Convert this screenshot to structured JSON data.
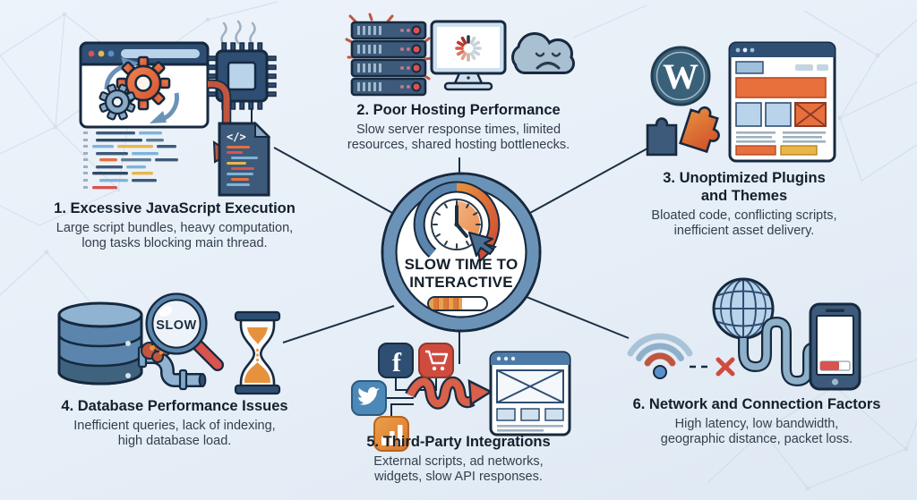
{
  "diagram": {
    "type": "hub-and-spoke infographic",
    "topic": "Causes of Slow Time to Interactive"
  },
  "center": {
    "label_line1": "SLOW TIME TO",
    "label_line2": "INTERACTIVE",
    "icon": "clock-speed-cursor-icon",
    "progress_percent": 58,
    "colors": {
      "ring": "#6b93b8",
      "outline": "#1c2f42",
      "arrow": "#cf5f35",
      "progress_fill": "#d97a3a"
    }
  },
  "items": [
    {
      "title": "1. Excessive JavaScript Execution",
      "body1": "Large script bundles, heavy computation,",
      "body2": "long tasks blocking main thread.",
      "icons": [
        "browser-gears-icon",
        "cpu-chip-icon",
        "code-file-icon",
        "code-lines-icon",
        "red-flow-arrow-icon"
      ]
    },
    {
      "title": "2. Poor Hosting Performance",
      "body1": "Slow server response times, limited",
      "body2": "resources, shared hosting bottlenecks.",
      "icons": [
        "server-rack-icon",
        "loading-monitor-icon",
        "sad-cloud-icon"
      ]
    },
    {
      "title": "3. Unoptimized Plugins",
      "title2": "and Themes",
      "body1": "Bloated code, conflicting scripts,",
      "body2": "inefficient asset delivery.",
      "icons": [
        "wordpress-icon",
        "puzzle-pieces-icon",
        "webpage-mockup-icon"
      ]
    },
    {
      "title": "4. Database Performance Issues",
      "body1": "Inefficient queries, lack of indexing,",
      "body2": "high database load.",
      "icons": [
        "database-pipe-icon",
        "magnifier-slow-icon",
        "hourglass-icon"
      ]
    },
    {
      "title": "5. Third-Party Integrations",
      "body1": "External scripts, ad networks,",
      "body2": "widgets, slow API responses.",
      "icons": [
        "facebook-icon",
        "cart-icon",
        "twitter-icon",
        "analytics-icon",
        "wavy-arrow-icon",
        "webpage-wireframe-icon"
      ]
    },
    {
      "title": "6. Network and Connection Factors",
      "body1": "High latency, low bandwidth,",
      "body2": "geographic distance, packet loss.",
      "icons": [
        "wifi-icon",
        "red-x-icon",
        "globe-icon",
        "cable-icon",
        "smartphone-icon"
      ]
    }
  ],
  "glyphs": {
    "magnifier_label": "SLOW",
    "code_tag": "</>",
    "wordpress_letter": "W",
    "facebook_letter": "f"
  },
  "palette": {
    "background": "#e8eff7",
    "dark_outline": "#16293f",
    "navy": "#2e4e73",
    "slate_blue": "#3d5a7a",
    "steel_blue": "#6b93b8",
    "light_blue": "#b8d3ea",
    "orange": "#e8703d",
    "red": "#d9534f",
    "yellow": "#e8b64b"
  }
}
